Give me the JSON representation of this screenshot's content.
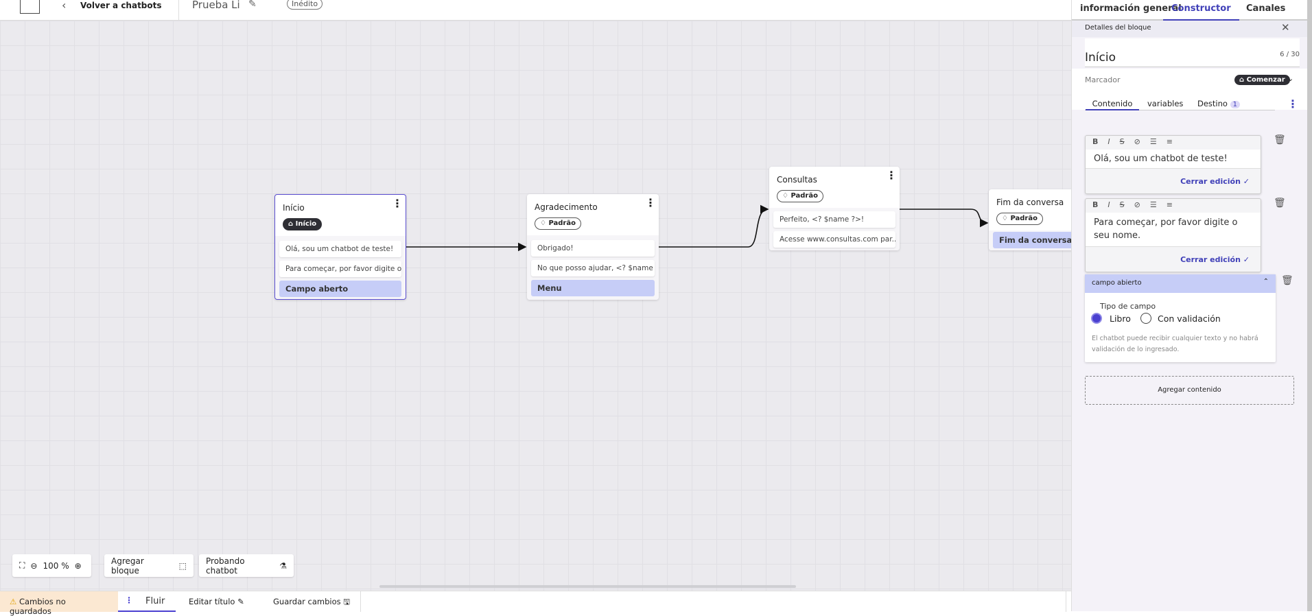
{
  "header": {
    "back_label": "Volver a chatbots",
    "title": "Prueba Li",
    "status_badge": "Inédito"
  },
  "canvas": {
    "nodes": [
      {
        "title": "Início",
        "tag": "Início",
        "messages": [
          "Olá, sou um chatbot de teste!",
          "Para começar, por favor digite o ..."
        ],
        "option": "Campo aberto"
      },
      {
        "title": "Agradecimento",
        "tag": "Padrão",
        "messages": [
          "Obrigado!",
          "No que posso ajudar, <? $name ..."
        ],
        "option": "Menu"
      },
      {
        "title": "Consultas",
        "tag": "Padrão",
        "messages": [
          "Perfeito, <? $name ?>!",
          "Acesse www.consultas.com par..."
        ]
      },
      {
        "title": "Fim da conversa",
        "tag": "Padrão",
        "option": "Fim da conversa"
      }
    ],
    "zoom": "100 %",
    "add_block_label": "Agregar bloque",
    "test_label": "Probando chatbot"
  },
  "bottombar": {
    "unsaved": "Cambios no guardados",
    "flow_tab": "Fluir",
    "edit_title": "Editar título",
    "save": "Guardar cambios"
  },
  "panel": {
    "tabs": [
      "información general",
      "Constructor",
      "Canales"
    ],
    "section_title": "Detalles del bloque",
    "block_name": "Início",
    "char_count": "6 / 30",
    "marker_label": "Marcador",
    "marker_value": "Comenzar",
    "subtabs": [
      "Contenido",
      "variables",
      "Destino"
    ],
    "destino_count": "1",
    "editors": [
      {
        "text": "Olá, sou um chatbot de teste!",
        "close": "Cerrar edición"
      },
      {
        "text": "Para começar, por favor digite o seu nome.",
        "close": "Cerrar edición"
      }
    ],
    "field": {
      "title": "campo abierto",
      "type_label": "Tipo de campo",
      "options": [
        "Libro",
        "Con validación"
      ],
      "selected": "Libro",
      "help": "El chatbot puede recibir cualquier texto y no habrá validación de lo ingresado."
    },
    "add_content": "Agregar contenido"
  },
  "colors": {
    "accent": "#4a40d0",
    "option_bg": "#c6cdf7",
    "warning_bg": "#fbe8d2"
  }
}
